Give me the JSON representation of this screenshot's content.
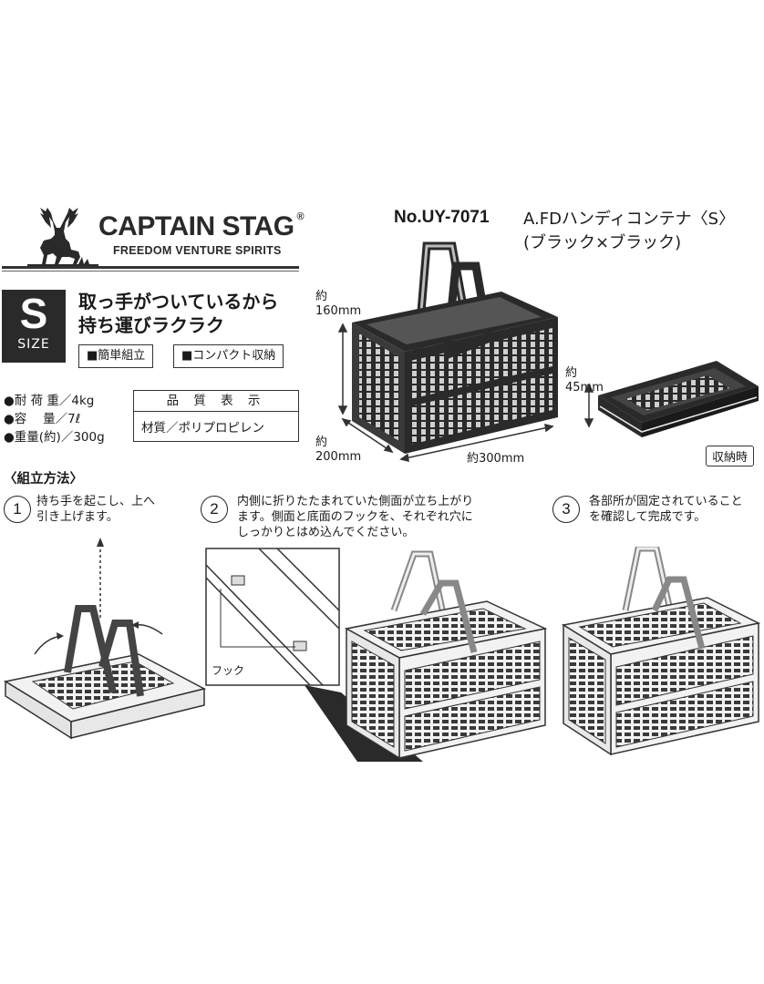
{
  "brand": {
    "name": "CAPTAIN STAG",
    "registered": "®",
    "tagline": "FREEDOM VENTURE SPIRITS"
  },
  "product": {
    "model": "No.UY-7071",
    "name": "A.FDハンディコンテナ〈S〉",
    "color": "(ブラック×ブラック)"
  },
  "size_badge": {
    "letter": "S",
    "label": "SIZE"
  },
  "headline": [
    "取っ手がついているから",
    "持ち運びラクラク"
  ],
  "features": [
    "■簡単組立",
    "■コンパクト収納"
  ],
  "specs": [
    "●耐 荷 重／4kg",
    "●容　 量／7ℓ",
    "●重量(約)／300g"
  ],
  "quality": {
    "header": "品 質 表 示",
    "material": "材質／ポリプロピレン"
  },
  "dimensions": {
    "height": [
      "約",
      "160mm"
    ],
    "depth": [
      "約",
      "200mm"
    ],
    "width": "約300mm",
    "folded_height": [
      "約",
      "45mm"
    ],
    "stored_label": "収納時"
  },
  "assembly": {
    "title": "〈組立方法〉",
    "steps": [
      {
        "number": "1",
        "text": [
          "持ち手を起こし、上へ",
          "引き上げます。"
        ]
      },
      {
        "number": "2",
        "text": [
          "内側に折りたたまれていた側面が立ち上がり",
          "ます。側面と底面のフックを、それぞれ穴に",
          "しっかりとはめ込んでください。"
        ]
      },
      {
        "number": "3",
        "text": [
          "各部所が固定されていること",
          "を確認して完成です。"
        ]
      }
    ],
    "hook_label": "フック"
  },
  "colors": {
    "dark": "#2a2a2a",
    "light": "#f2f2f2",
    "line": "#333333"
  }
}
